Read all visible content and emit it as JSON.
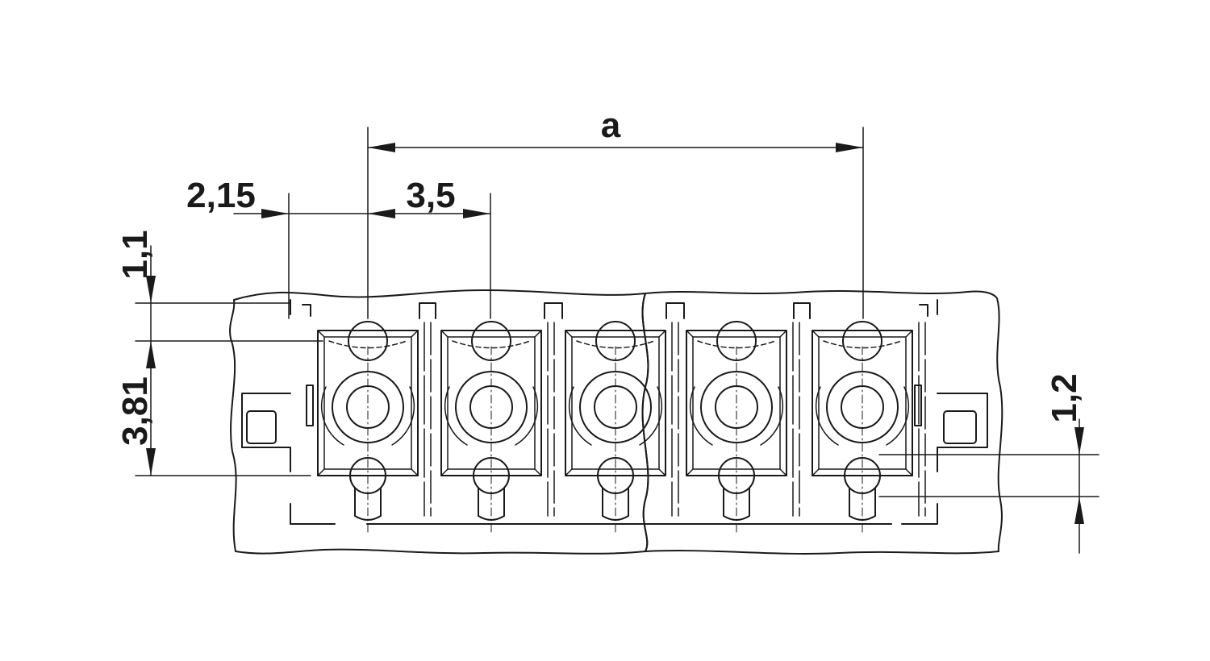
{
  "dimensions": {
    "a": "a",
    "pitch": "3,5",
    "edge_offset": "2,15",
    "top_offset": "1,1",
    "row_pitch": "3,81",
    "bottom_offset": "1,2"
  },
  "contacts": [
    {
      "id": 1
    },
    {
      "id": 2
    },
    {
      "id": 3
    },
    {
      "id": 4
    },
    {
      "id": 5
    }
  ],
  "colors": {
    "line": "#1a1a1a",
    "background": "#ffffff"
  }
}
